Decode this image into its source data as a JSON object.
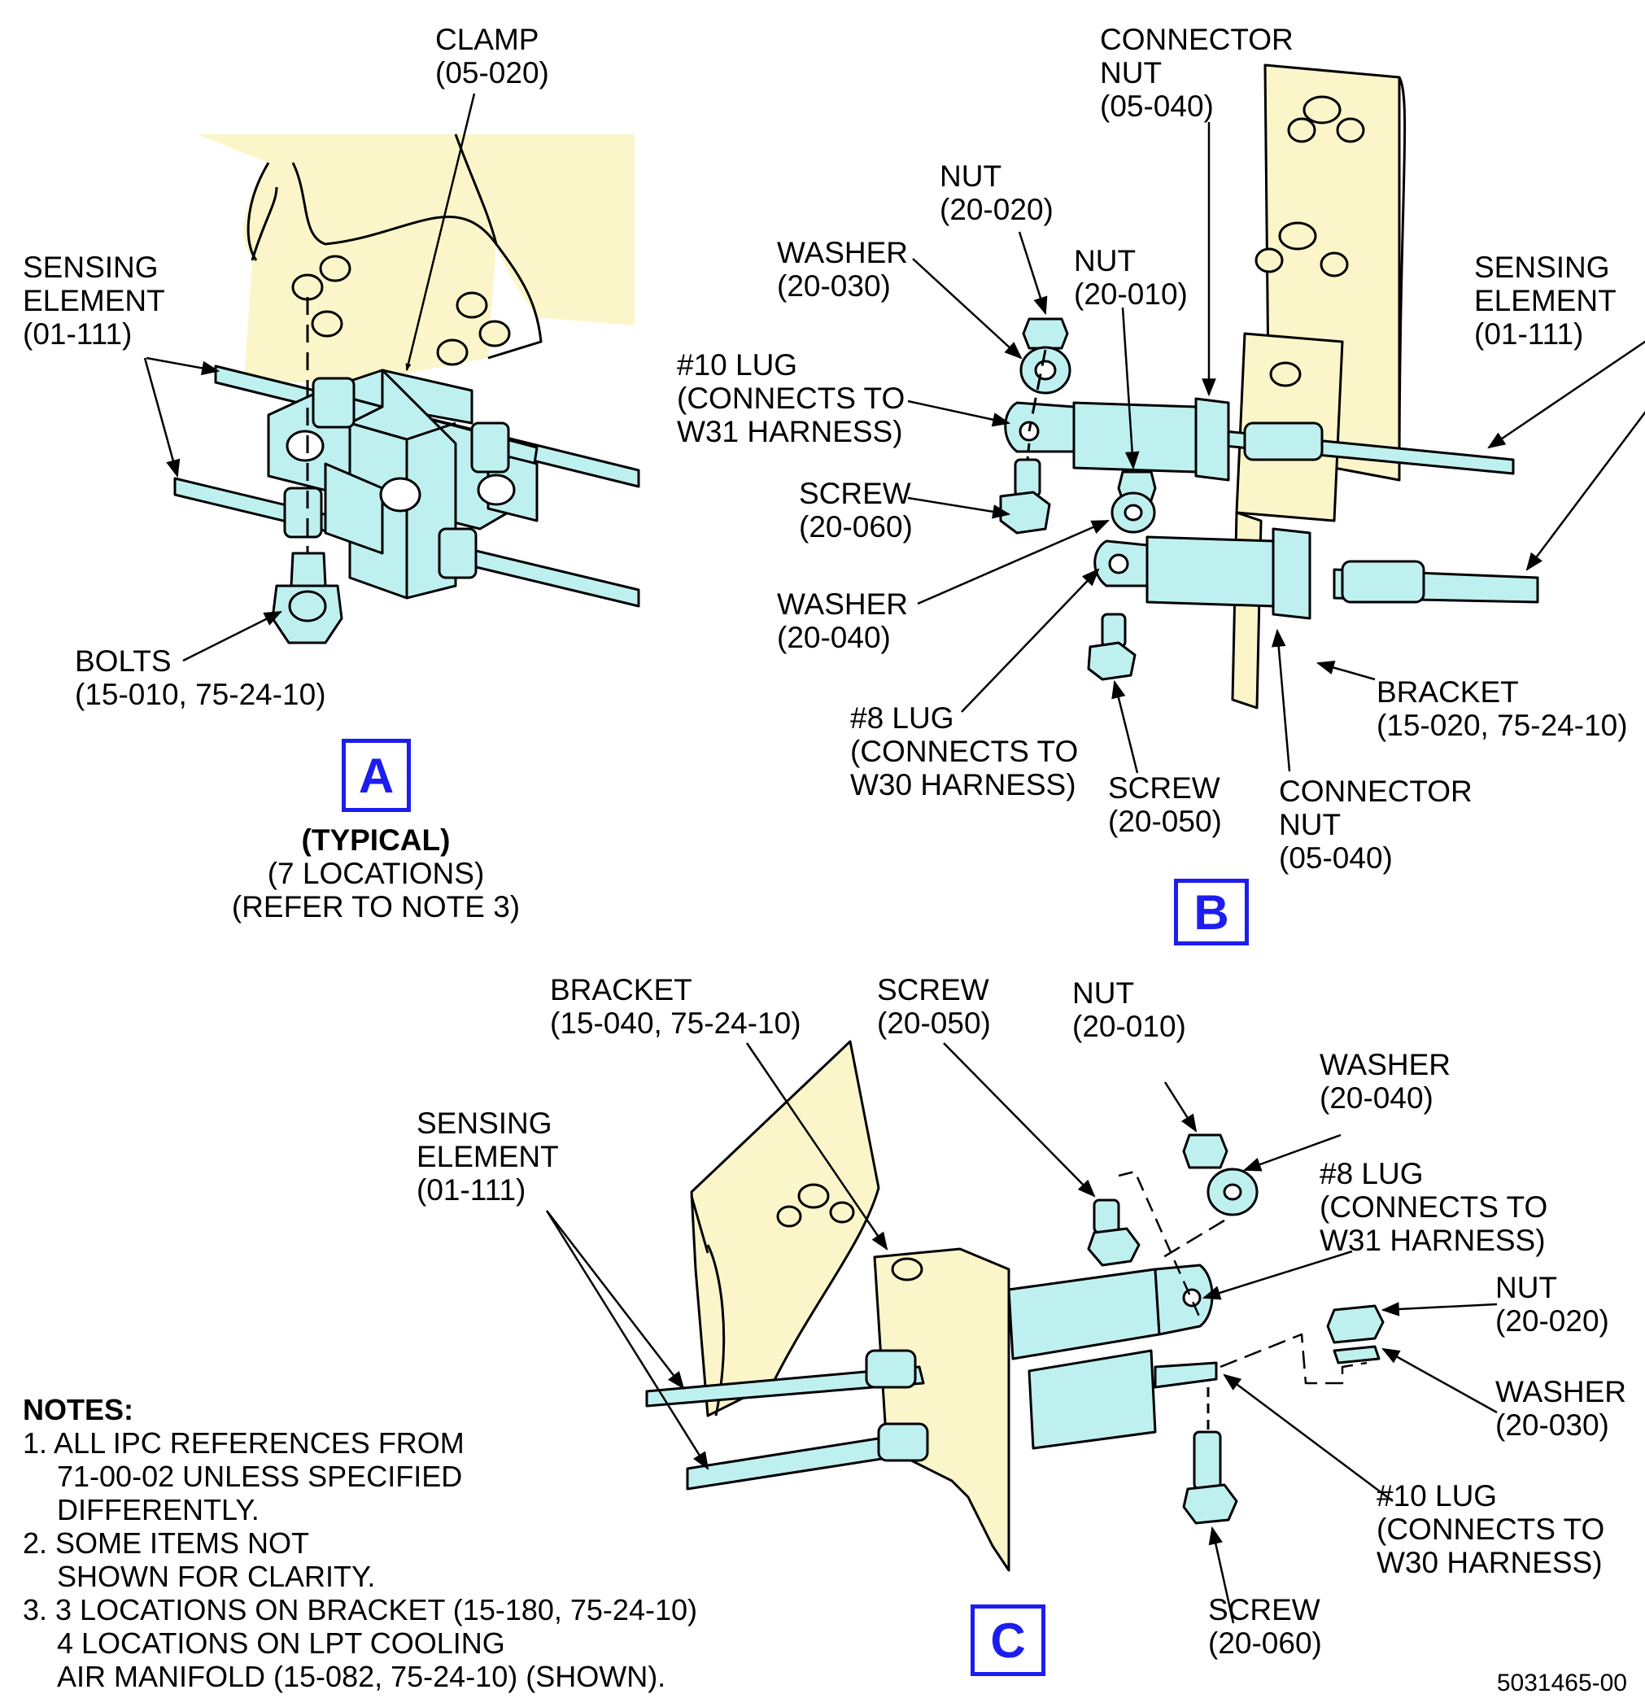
{
  "colors": {
    "part_fill": "#bff0f0",
    "bracket_fill": "#fbf6c9",
    "view_letter": "#1d1df0",
    "line": "#000000"
  },
  "views": {
    "a": {
      "letter": "A",
      "subtitle": [
        "(TYPICAL)",
        "(7 LOCATIONS)",
        "(REFER TO NOTE 3)"
      ],
      "labels": {
        "clamp": [
          "CLAMP",
          "(05-020)"
        ],
        "sensing_element": [
          "SENSING",
          "ELEMENT",
          "(01-111)"
        ],
        "bolts": [
          "BOLTS",
          "(15-010, 75-24-10)"
        ]
      }
    },
    "b": {
      "letter": "B",
      "labels": {
        "connector_nut_top": [
          "CONNECTOR",
          "NUT",
          "(05-040)"
        ],
        "nut_20_020": [
          "NUT",
          "(20-020)"
        ],
        "washer_20_030": [
          "WASHER",
          "(20-030)"
        ],
        "nut_20_010": [
          "NUT",
          "(20-010)"
        ],
        "sensing_element": [
          "SENSING",
          "ELEMENT",
          "(01-111)"
        ],
        "lug_10": [
          "#10 LUG",
          "(CONNECTS TO",
          "W31 HARNESS)"
        ],
        "screw_20_060": [
          "SCREW",
          "(20-060)"
        ],
        "washer_20_040": [
          "WASHER",
          "(20-040)"
        ],
        "lug_8": [
          "#8 LUG",
          "(CONNECTS TO",
          "W30 HARNESS)"
        ],
        "screw_20_050": [
          "SCREW",
          "(20-050)"
        ],
        "bracket": [
          "BRACKET",
          "(15-020, 75-24-10)"
        ],
        "connector_nut_bottom": [
          "CONNECTOR",
          "NUT",
          "(05-040)"
        ]
      }
    },
    "c": {
      "letter": "C",
      "labels": {
        "bracket": [
          "BRACKET",
          "(15-040, 75-24-10)"
        ],
        "screw_20_050": [
          "SCREW",
          "(20-050)"
        ],
        "nut_20_010": [
          "NUT",
          "(20-010)"
        ],
        "washer_20_040": [
          "WASHER",
          "(20-040)"
        ],
        "sensing_element": [
          "SENSING",
          "ELEMENT",
          "(01-111)"
        ],
        "lug_8": [
          "#8 LUG",
          "(CONNECTS TO",
          "W31 HARNESS)"
        ],
        "nut_20_020": [
          "NUT",
          "(20-020)"
        ],
        "washer_20_030": [
          "WASHER",
          "(20-030)"
        ],
        "lug_10": [
          "#10 LUG",
          "(CONNECTS TO",
          "W30 HARNESS)"
        ],
        "screw_20_060": [
          "SCREW",
          "(20-060)"
        ]
      }
    }
  },
  "notes": {
    "heading": "NOTES:",
    "items": [
      [
        "1. ALL IPC REFERENCES FROM",
        "71-00-02 UNLESS SPECIFIED",
        "DIFFERENTLY."
      ],
      [
        "2. SOME ITEMS NOT",
        "SHOWN FOR CLARITY."
      ],
      [
        "3. 3 LOCATIONS ON BRACKET (15-180, 75-24-10)",
        "4 LOCATIONS ON LPT COOLING",
        "AIR MANIFOLD (15-082, 75-24-10) (SHOWN)."
      ]
    ]
  },
  "drawing_number": "5031465-00"
}
